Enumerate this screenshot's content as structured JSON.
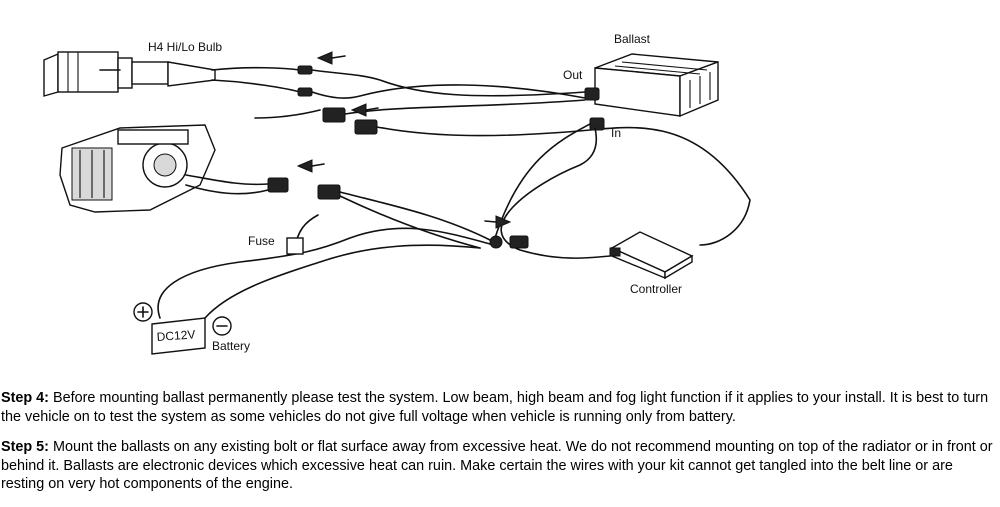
{
  "diagram": {
    "labels": {
      "bulb": "H4 Hi/Lo Bulb",
      "ballast": "Ballast",
      "out": "Out",
      "in": "In",
      "fuse": "Fuse",
      "controller": "Controller",
      "battery": "Battery",
      "battery_voltage": "DC12V",
      "plus": "+",
      "minus": "−"
    }
  },
  "steps": [
    {
      "title": "Step 4:",
      "text": " Before mounting ballast permanently please test the system. Low beam, high beam and fog light function if it applies to your install. It is best to turn the vehicle on to test the system as some vehicles do not give full voltage when vehicle is running only from battery."
    },
    {
      "title": "Step 5:",
      "text": " Mount the ballasts on any existing bolt or flat surface away from excessive heat. We do not recommend mounting on top of the radiator or in front or behind it. Ballasts are electronic devices which excessive heat can ruin. Make certain the wires with your kit cannot get tangled into the belt line or are resting on very hot components of the engine."
    }
  ]
}
